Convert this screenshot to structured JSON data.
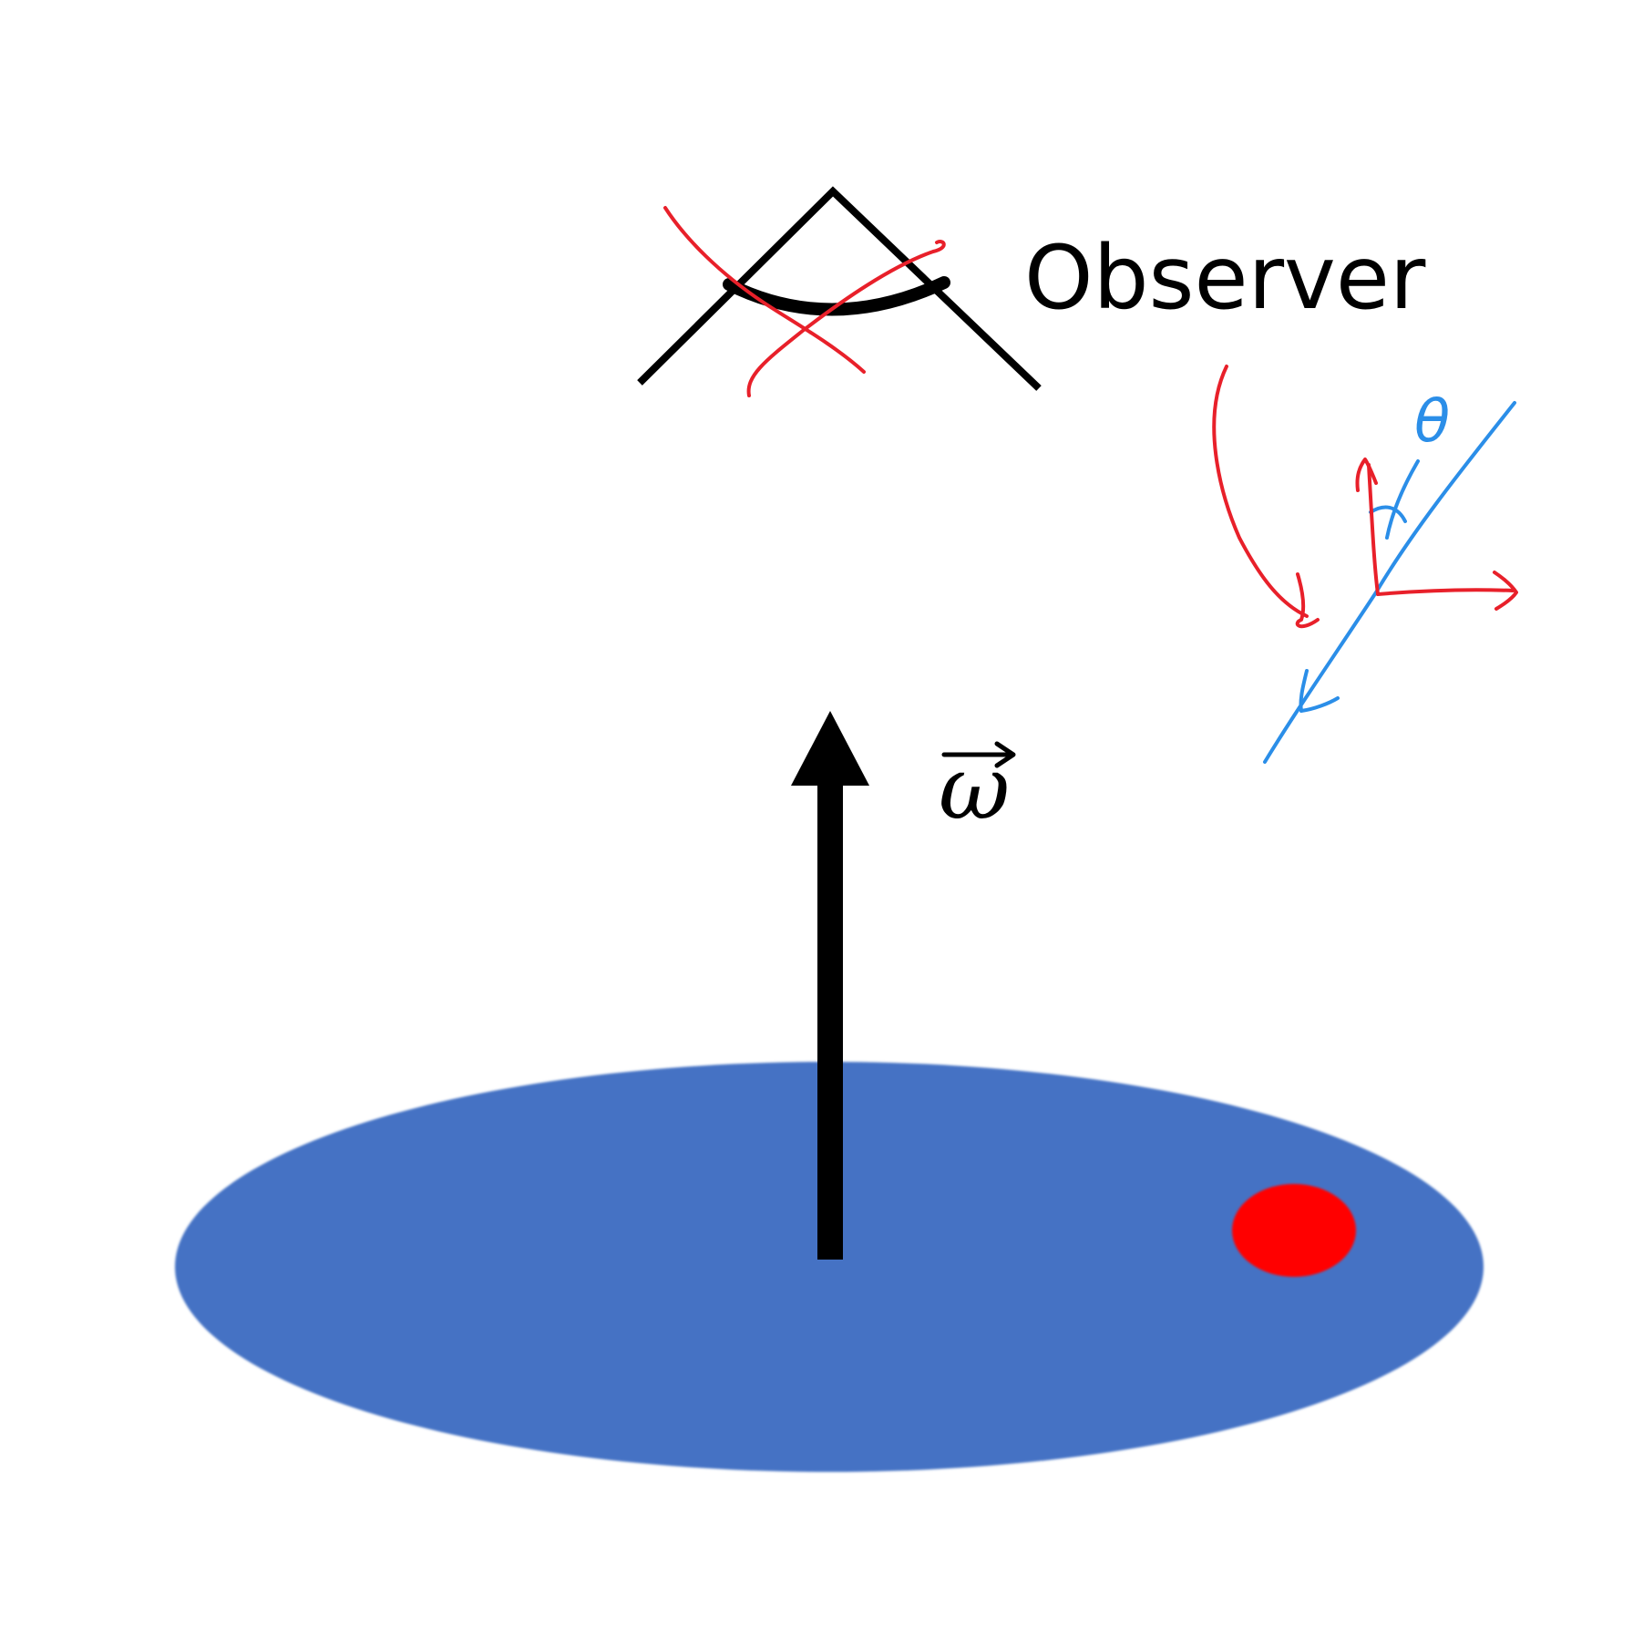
{
  "labels": {
    "observer": "Observer",
    "omega": "ω",
    "theta": "θ"
  },
  "colors": {
    "background": "#ffffff",
    "disk": "#4472c4",
    "point": "#ff0000",
    "ink": "#000000",
    "annotation_red": "#e8202a",
    "annotation_blue": "#2b8ee8"
  },
  "icons": {
    "observer": "eye-icon",
    "omega_arrow": "arrow-up-icon",
    "vector_hat": "vector-arrow-icon",
    "strike": "cross-out-icon"
  }
}
